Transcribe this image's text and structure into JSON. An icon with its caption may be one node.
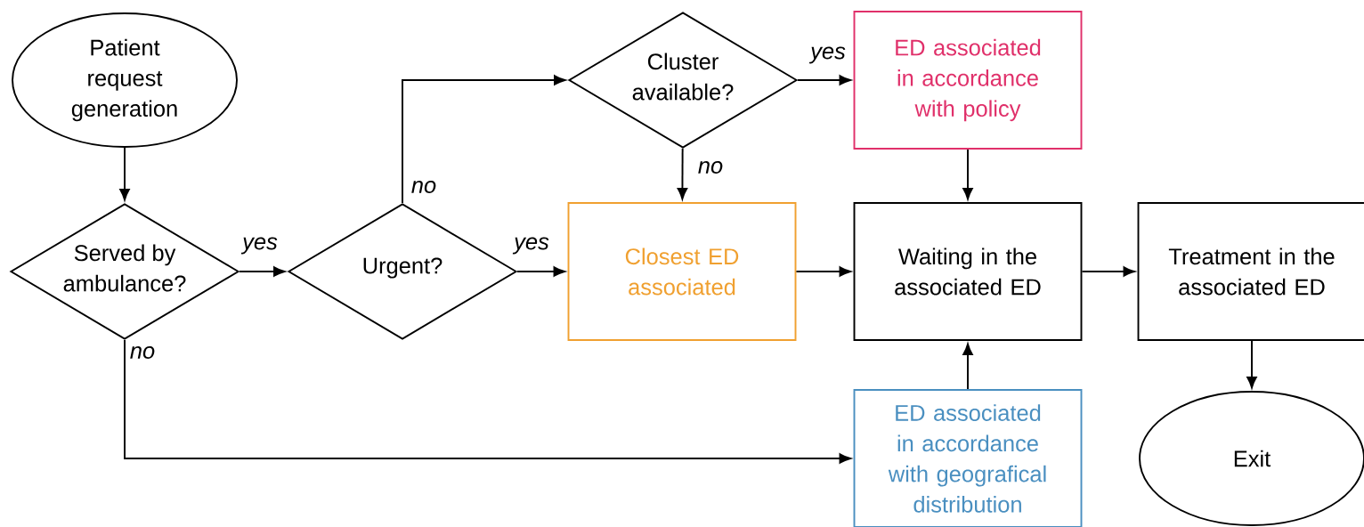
{
  "diagram": {
    "nodes": [
      {
        "text": [
          "Patient request generation"
        ]
      },
      {
        "text": [
          "Served by ambulance?"
        ]
      },
      {
        "text": [
          "Urgent?"
        ]
      },
      {
        "text": [
          "Cluster available?"
        ]
      },
      {
        "text": [
          "ED associated in accordance with policy"
        ]
      },
      {
        "text": [
          "Closest ED associated"
        ]
      },
      {
        "text": [
          "Waiting in the associated ED"
        ]
      },
      {
        "text": [
          "Treatment in the associated ED"
        ]
      },
      {
        "text": [
          "ED associated in accordance with geografical distribution"
        ]
      },
      {
        "text": [
          "Exit"
        ]
      }
    ],
    "edges": [
      {
        "from": 0,
        "to": 1,
        "arrow": "to"
      },
      {
        "from": 1,
        "to": 2,
        "arrow": "to",
        "label": "yes"
      },
      {
        "from": 1,
        "to": 8,
        "arrow": "to",
        "label": "no"
      },
      {
        "from": 2,
        "to": 3,
        "arrow": "to",
        "label": "no"
      },
      {
        "from": 2,
        "to": 5,
        "arrow": "to",
        "label": "yes"
      },
      {
        "from": 3,
        "to": 4,
        "arrow": "to",
        "label": "yes"
      },
      {
        "from": 3,
        "to": 5,
        "arrow": "to",
        "label": "no"
      },
      {
        "from": 4,
        "to": 6,
        "arrow": "to"
      },
      {
        "from": 5,
        "to": 6,
        "arrow": "to"
      },
      {
        "from": 8,
        "to": 6,
        "arrow": "to"
      },
      {
        "from": 6,
        "to": 7,
        "arrow": "to"
      },
      {
        "from": 7,
        "to": 9,
        "arrow": "to"
      }
    ]
  }
}
